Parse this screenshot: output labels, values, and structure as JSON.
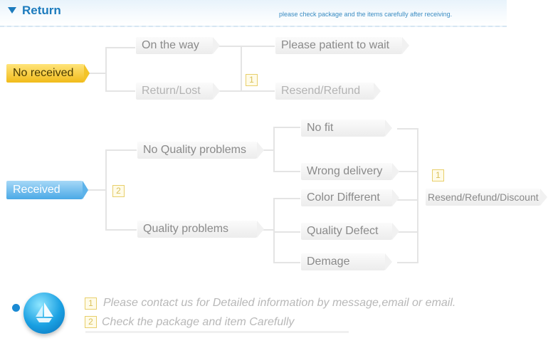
{
  "header": {
    "title": "Return",
    "note": "please check package and the items carefully after receiving."
  },
  "not_received": {
    "label": "No received",
    "step_number": "1",
    "options": [
      "On the way",
      "Return/Lost"
    ],
    "outcomes": [
      "Please patient to wait",
      "Resend/Refund"
    ]
  },
  "received": {
    "label": "Received",
    "step_number": "2",
    "no_quality": {
      "label": "No Quality problems",
      "items": [
        "No fit",
        "Wrong delivery"
      ]
    },
    "quality": {
      "label": "Quality problems",
      "items": [
        "Color Different",
        "Quality Defect",
        "Demage"
      ]
    },
    "outcome_number": "1",
    "outcome": "Resend/Refund/Discount"
  },
  "notes": [
    {
      "number": "1",
      "text": "Please contact us for Detailed information by message,email or email."
    },
    {
      "number": "2",
      "text": "Check the package and item Carefully"
    }
  ],
  "colors": {
    "accent": "#1c7bbd",
    "yellow": "#f1bb1a",
    "blue": "#4aa9e6"
  },
  "icons": {
    "badge": "boat-icon"
  }
}
